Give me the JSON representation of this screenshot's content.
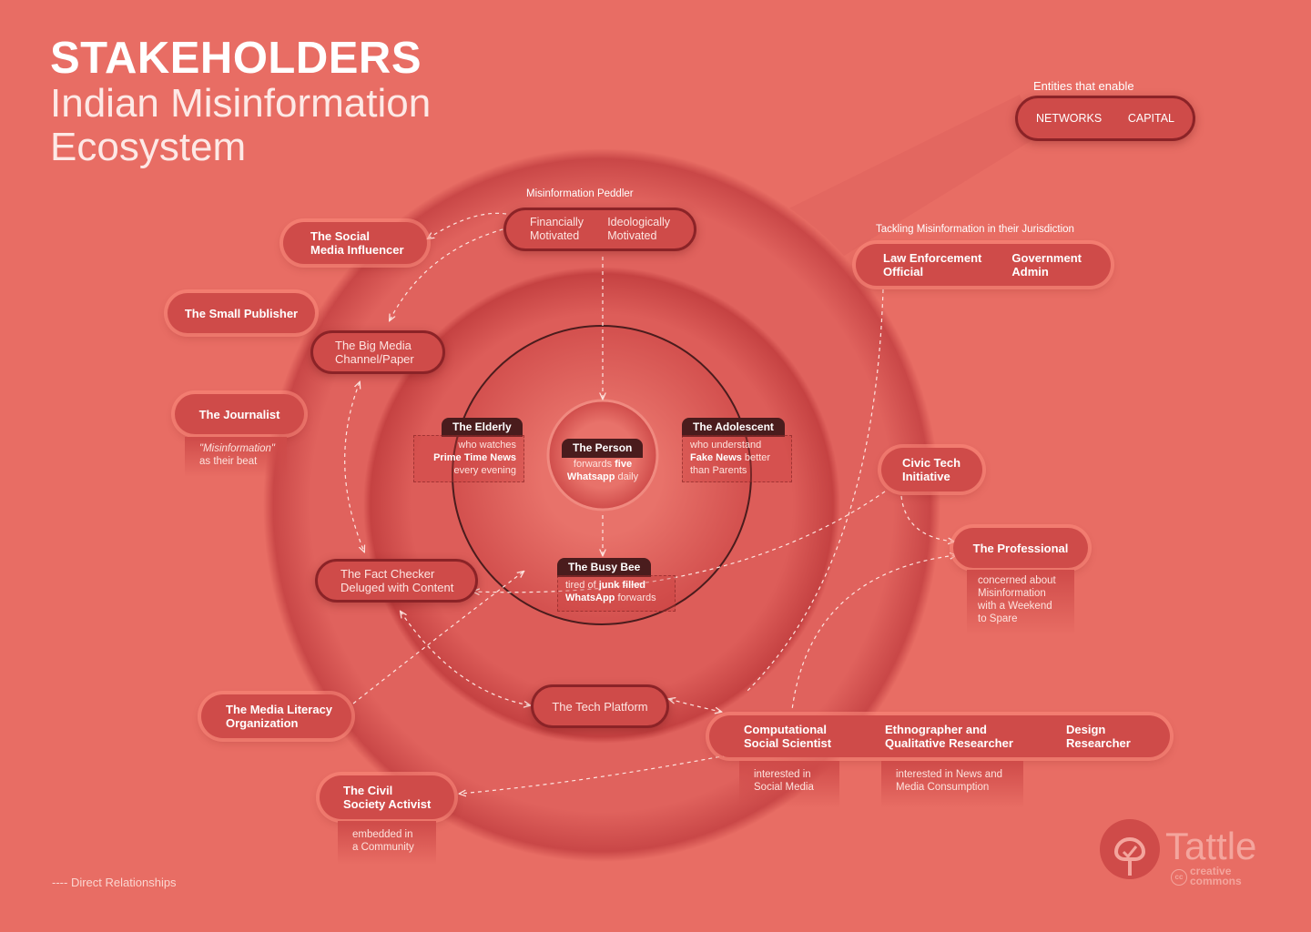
{
  "title": "STAKEHOLDERS",
  "subtitle_line1": "Indian Misinformation",
  "subtitle_line2": "Ecosystem",
  "enablers": {
    "heading": "Entities that enable",
    "items": [
      "NETWORKS",
      "CAPITAL"
    ]
  },
  "peddler": {
    "heading": "Misinformation Peddler",
    "items": [
      "Financially\nMotivated",
      "Ideologically\nMotivated"
    ]
  },
  "tackling": {
    "heading": "Tackling Misinformation in their Jurisdiction",
    "items": [
      "Law Enforcement\nOfficial",
      "Government\nAdmin"
    ]
  },
  "outer_left": {
    "influencer": "The Social\nMedia Influencer",
    "small_publisher": "The Small Publisher",
    "journalist": "The Journalist",
    "journalist_note_em": "\"Misinformation\"",
    "journalist_note": "as their beat",
    "media_literacy": "The Media Literacy\nOrganization",
    "civil_society": "The Civil\nSociety Activist",
    "civil_society_note": "embedded in\na Community"
  },
  "middle": {
    "big_media": "The Big Media\nChannel/Paper",
    "fact_checker": "The Fact Checker\nDeluged with Content",
    "tech_platform": "The Tech Platform"
  },
  "inner": {
    "person_tag": "The Person",
    "person_note_1": "forwards ",
    "person_note_b1": "five",
    "person_note_b2": "Whatsapp",
    "person_note_2": " daily",
    "elderly_tag": "The Elderly",
    "elderly_note_1": "who watches",
    "elderly_note_b": "Prime Time News",
    "elderly_note_2": "every evening",
    "adolescent_tag": "The Adolescent",
    "adolescent_note_1": "who understand",
    "adolescent_note_b": "Fake News",
    "adolescent_note_2": " better",
    "adolescent_note_3": "than Parents",
    "busybee_tag": "The Busy Bee",
    "busybee_note_1": "tired of ",
    "busybee_note_b1": "junk filled",
    "busybee_note_b2": "WhatsApp",
    "busybee_note_2": " forwards"
  },
  "outer_right": {
    "civic_tech": "Civic Tech\nInitiative",
    "professional": "The Professional",
    "professional_note": "concerned about\nMisinformation\nwith a Weekend\nto Spare"
  },
  "researchers": {
    "items": [
      "Computational\nSocial Scientist",
      "Ethnographer and\nQualitative Researcher",
      "Design\nResearcher"
    ],
    "note_1": "interested in\nSocial Media",
    "note_2": "interested in News and\nMedia Consumption"
  },
  "legend": {
    "dash": "----",
    "label": "Direct Relationships"
  },
  "logo": {
    "name": "Tattle",
    "license_line1": "creative",
    "license_line2": "commons",
    "cc": "cc"
  },
  "colors": {
    "background": "#e86d64",
    "pill": "#cf4b49",
    "dark": "#8b2327",
    "tag": "#4a1c1d"
  }
}
